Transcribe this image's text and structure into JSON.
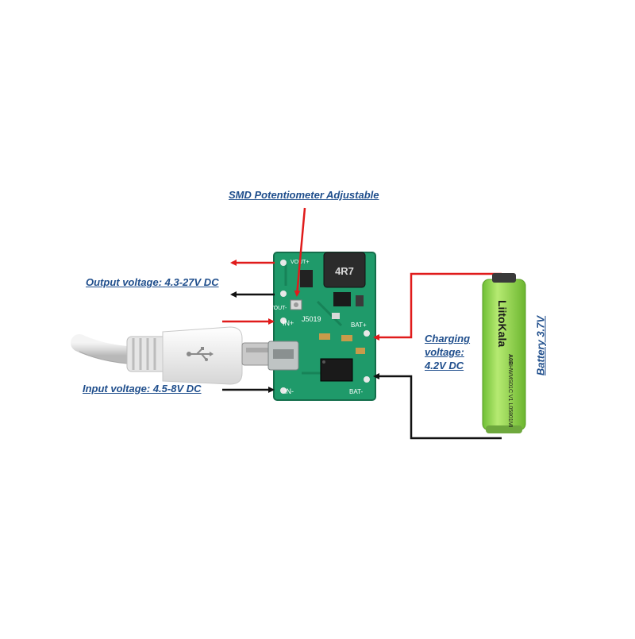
{
  "labels": {
    "potentiometer": "SMD Potentiometer Adjustable",
    "output_voltage": "Output voltage: 4.3-27V DC",
    "input_voltage": "Input voltage: 4.5-8V DC",
    "charging_line1": "Charging",
    "charging_line2": "voltage:",
    "charging_line3": "4.2V DC",
    "battery": "Battery 3.7V"
  },
  "board": {
    "name": "J5019",
    "inductor": "4R7",
    "pad_vout_plus": "VOUT+",
    "pad_vout_minus": "VOUT-",
    "pad_in_plus": "IN+",
    "pad_in_minus": "IN-",
    "pad_bat_plus": "BAT+",
    "pad_bat_minus": "BAT-"
  },
  "battery_print": {
    "brand": "LiitoKala",
    "model": "HWMS01C V1 L05801MI",
    "code": "A0B"
  },
  "colors": {
    "label_blue": "#1f4e8c",
    "positive_wire": "#e01b1b",
    "negative_wire": "#111111",
    "pcb_green": "#1f9a6a",
    "battery_green": "#8fd14f"
  }
}
